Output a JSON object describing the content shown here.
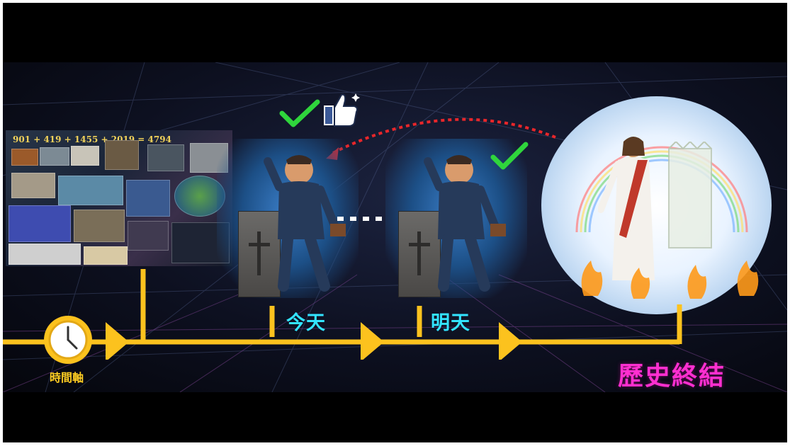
{
  "collage": {
    "formula": "901 + 419 + 1455 + 2019 = 4794"
  },
  "timeline": {
    "clock_label": "時間軸",
    "marker_today": "今天",
    "marker_tomorrow": "明天",
    "marker_end": "歷史終結"
  },
  "colors": {
    "timeline": "#fcc21e",
    "today": "#33e4ff",
    "end": "#ff2fd0",
    "check": "#2fd53c",
    "arrow_red": "#e8262a"
  },
  "icons": [
    "clock-icon",
    "checkmark-icon",
    "thumbs-up-icon",
    "cross-icon"
  ]
}
